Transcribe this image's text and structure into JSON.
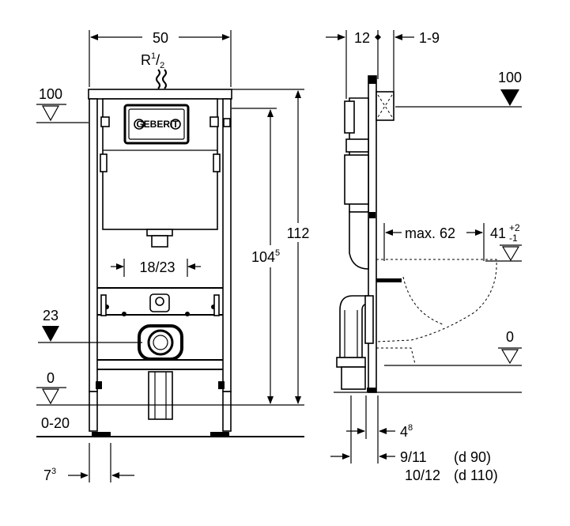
{
  "front_view": {
    "width_dim": "50",
    "connection_label": "R",
    "connection_sup": "1",
    "connection_sub": "2",
    "level_top": "100",
    "level_mid": "23",
    "level_floor": "0",
    "floor_range": "0-20",
    "foot_dim": "7",
    "foot_dim_sup": "3",
    "spacing_dim": "18/23",
    "height_inner": "104",
    "height_inner_sup": "5",
    "height_total": "112",
    "brand": "GEBERIT"
  },
  "side_view": {
    "depth_dim": "12",
    "adjust_dim": "1-9",
    "level_top": "100",
    "bowl_dim": "max. 62",
    "bowl_height": "41",
    "bowl_height_tol_top": "+2",
    "bowl_height_tol_bot": "-1",
    "level_floor": "0",
    "bottom_dim": "4",
    "bottom_dim_sup": "8",
    "pipe_dim_1": "9/11",
    "pipe_note_1": "(d 90)",
    "pipe_dim_2": "10/12",
    "pipe_note_2": "(d 110)"
  }
}
